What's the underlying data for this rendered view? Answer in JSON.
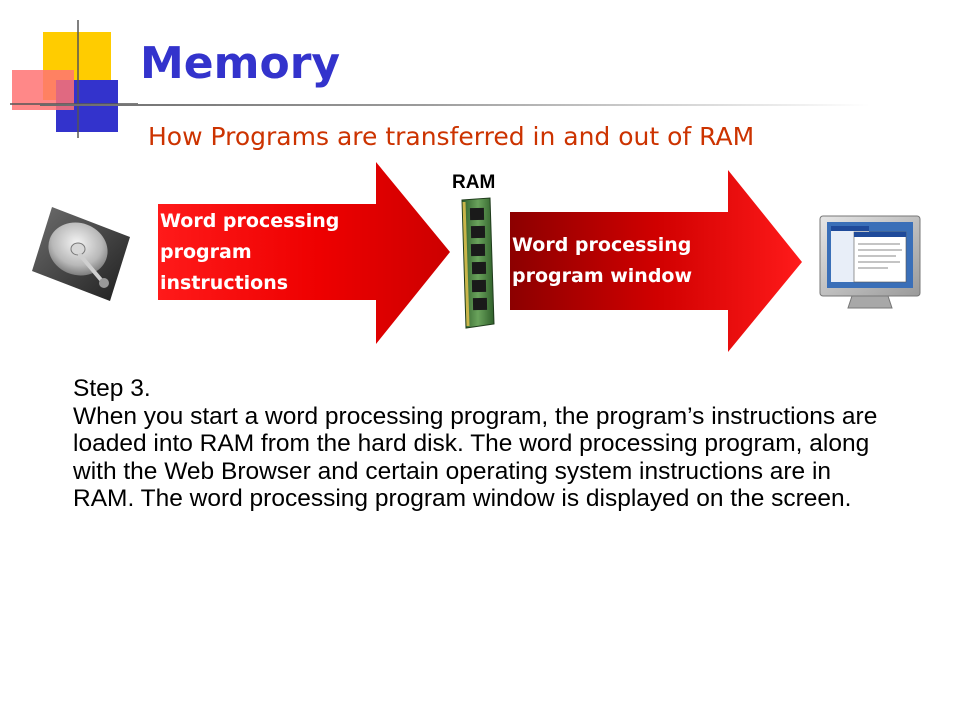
{
  "slide": {
    "title": "Memory",
    "subtitle": "How Programs are transferred in and out of RAM",
    "ram_label": "RAM",
    "arrow_left": {
      "lines": [
        "Word processing",
        "program",
        "instructions"
      ]
    },
    "arrow_right": {
      "lines": [
        "Word processing",
        "program window"
      ]
    },
    "step_label": "Step 3.",
    "body": "When you start a word processing program, the program’s instructions are loaded into RAM from the hard disk. The word processing program, along with the Web Browser and certain operating system instructions are in RAM. The word processing program window is displayed on the screen."
  },
  "icons": {
    "corner_decoration": "squares-decoration-icon",
    "hard_disk": "hard-disk-icon",
    "ram_module": "ram-module-icon",
    "monitor": "monitor-icon"
  },
  "colors": {
    "title": "#3333cc",
    "subtitle": "#cc3300",
    "arrow_dark": "#990000",
    "arrow_light": "#ff0000",
    "deco_yellow": "#ffcc00",
    "deco_blue": "#3333cc",
    "deco_red": "#ff6666"
  }
}
